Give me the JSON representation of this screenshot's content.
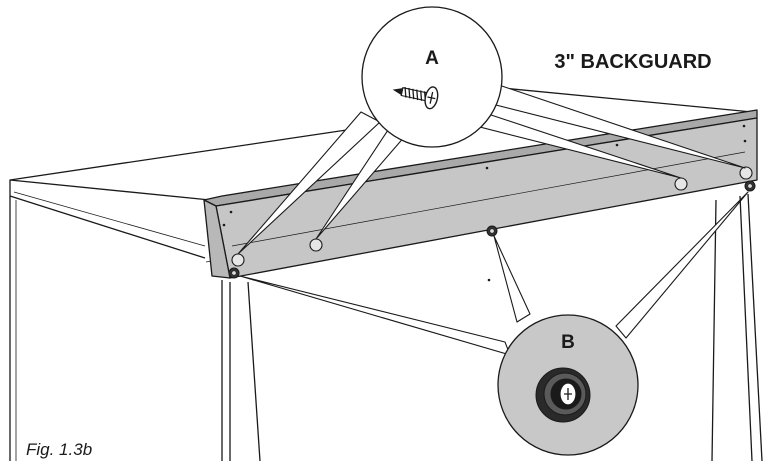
{
  "diagram": {
    "title": "3\" BACKGUARD",
    "callout_a_label": "A",
    "callout_b_label": "B",
    "caption": "Fig. 1.3b",
    "icons": {
      "callout_a": "screw-icon",
      "callout_b": "grommet-screw-icon"
    },
    "colors": {
      "line": "#1a1a1a",
      "backguard_face": "#c6c6c6",
      "backguard_top": "#b0b0b0",
      "callout_b_fill": "#c8c8c8",
      "cabinet": "#ffffff"
    }
  }
}
